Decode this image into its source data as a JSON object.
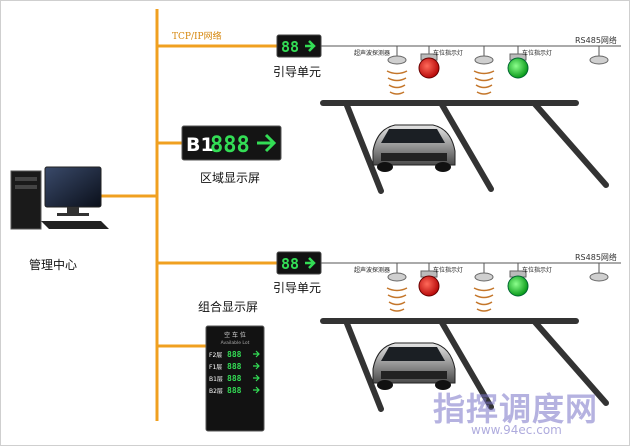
{
  "labels": {
    "tcp_network": "TCP/IP网络",
    "guide_unit_top": "引导单元",
    "guide_unit_bottom": "引导单元",
    "zone_display": "区域显示屏",
    "combo_display": "组合显示屏",
    "management_center": "管理中心",
    "rs485_top": "RS485网络",
    "rs485_bottom": "RS485网络",
    "ultrasonic_top": "超声波探测器",
    "ultrasonic_bottom": "超声波探测器",
    "spot_light_top_1": "车位指示灯",
    "spot_light_top_2": "车位指示灯",
    "spot_light_bottom_1": "车位指示灯",
    "spot_light_bottom_2": "车位指示灯"
  },
  "displays": {
    "guide_top_digits": "88",
    "guide_bottom_digits": "88",
    "zone_prefix": "B1",
    "zone_digits": "888",
    "combo_header": "空 车 位",
    "combo_sub": "Available Lot",
    "combo_rows": [
      {
        "floor": "F2层",
        "digits": "888"
      },
      {
        "floor": "F1层",
        "digits": "888"
      },
      {
        "floor": "B1层",
        "digits": "888"
      },
      {
        "floor": "B2层",
        "digits": "888"
      }
    ]
  },
  "watermark": {
    "title": "指挥调度网",
    "url": "www.94ec.com"
  },
  "colors": {
    "bus": "#f0a020",
    "led_green": "#33dd55",
    "light_red": "#e02020",
    "light_green": "#22cc33"
  }
}
